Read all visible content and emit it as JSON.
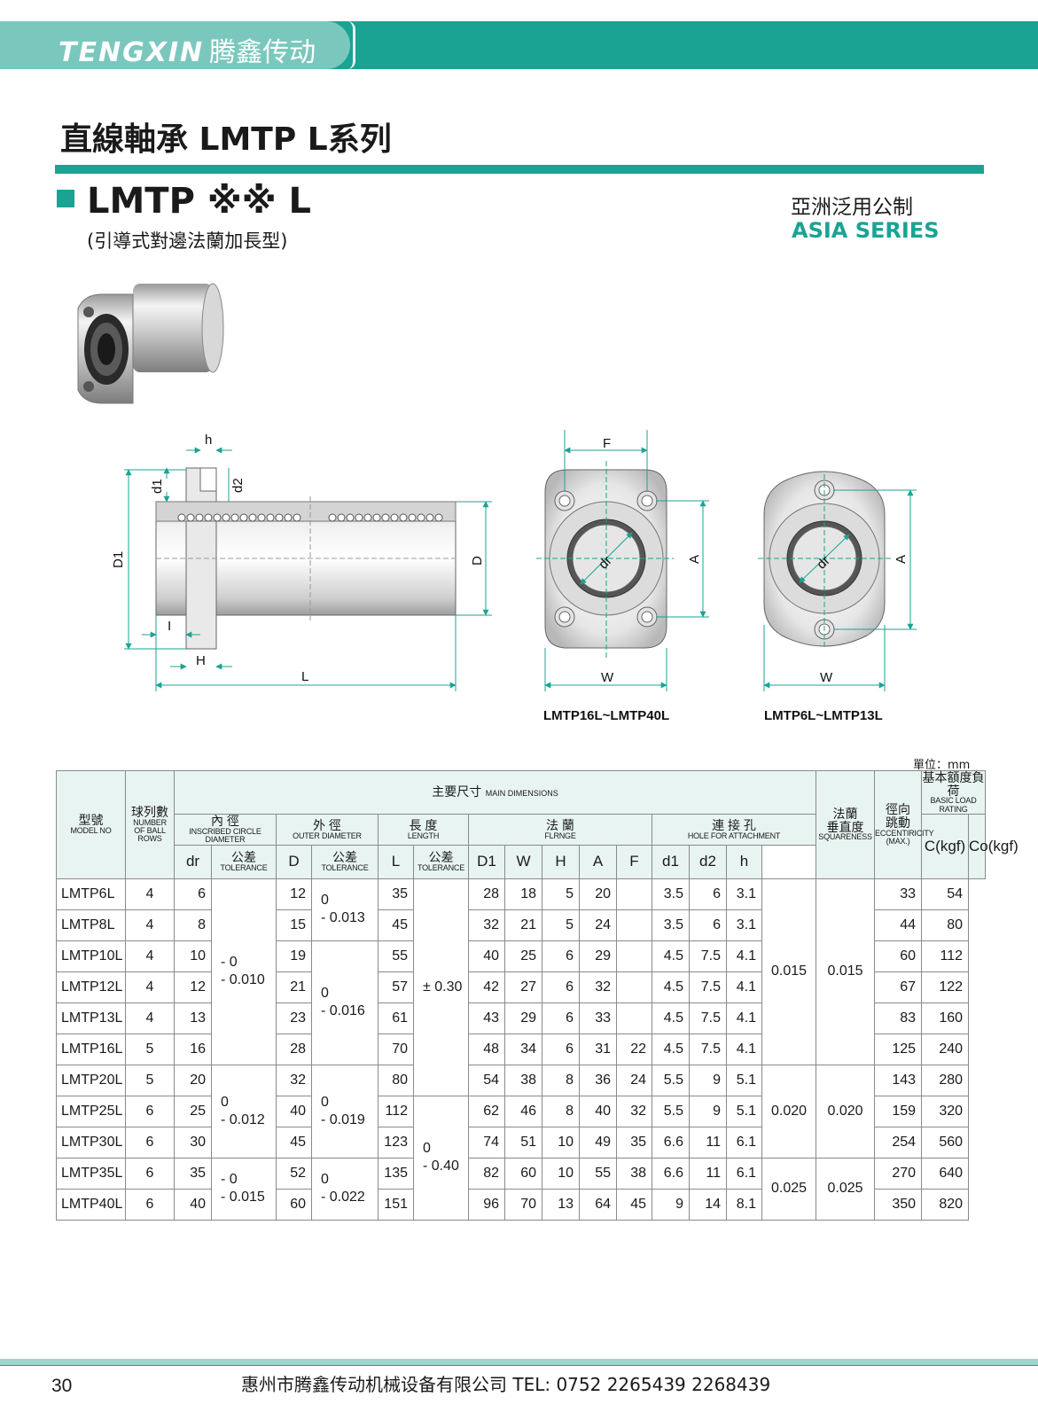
{
  "header": {
    "brand_logo": "TENGXIN",
    "brand_cn": "腾鑫传动"
  },
  "page_title": "直線軸承 LMTP  L系列",
  "model": {
    "title": "LMTP ※※ L",
    "subtitle": "(引導式對邊法蘭加長型)"
  },
  "series": {
    "cn": "亞洲泛用公制",
    "en": "ASIA SERIES"
  },
  "figure": {
    "side_labels": {
      "h": "h",
      "d1": "d1",
      "d2": "d2",
      "D1": "D1",
      "D": "D",
      "I": "I",
      "H": "H",
      "L": "L"
    },
    "front1_labels": {
      "F": "F",
      "dr": "dr",
      "A": "A",
      "W": "W"
    },
    "front1_caption": "LMTP16L~LMTP40L",
    "front2_labels": {
      "dr": "dr",
      "A": "A",
      "W": "W"
    },
    "front2_caption": "LMTP6L~LMTP13L"
  },
  "unit": "單位：mm",
  "table": {
    "h_model_cn": "型號",
    "h_model_en": "MODEL NO",
    "h_balls_cn": "球列數",
    "h_balls_en1": "NUMBER",
    "h_balls_en2": "OF BALL",
    "h_balls_en3": "ROWS",
    "h_main_cn": "主要尺寸",
    "h_main_en": "MAIN DIMENSIONS",
    "h_inner_cn": "內 徑",
    "h_inner_en": "INSCRIBED CIRCLE DIAMETER",
    "h_outer_cn": "外 徑",
    "h_outer_en": "OUTER DIAMETER",
    "h_len_cn": "長 度",
    "h_len_en": "LENGTH",
    "h_flange_cn": "法 蘭",
    "h_flange_en": "FLRNGE",
    "h_hole_cn": "連 接 孔",
    "h_hole_en": "HOLE FOR ATTACHMENT",
    "h_sq_cn1": "法蘭",
    "h_sq_cn2": "垂直度",
    "h_sq_en": "SQUARENESS",
    "h_ecc_cn1": "徑向",
    "h_ecc_cn2": "跳動",
    "h_ecc_en1": "ECCENTIRICITY",
    "h_ecc_en2": "(MAX.)",
    "h_load_cn": "基本額度負荷",
    "h_load_en": "BASIC LOAD RATING",
    "h_tol_cn": "公差",
    "h_tol_en": "TOLERANCE",
    "h_dr": "dr",
    "h_D": "D",
    "h_L": "L",
    "h_D1": "D1",
    "h_W": "W",
    "h_H": "H",
    "h_A": "A",
    "h_F": "F",
    "h_d1": "d1",
    "h_d2": "d2",
    "h_h": "h",
    "h_C": "C(kgf)",
    "h_Co": "Co(kgf)",
    "tol_inner": {
      "a1": "- 0",
      "a2": "- 0.010",
      "b1": "0",
      "b2": "- 0.012",
      "c1": "- 0",
      "c2": "- 0.015"
    },
    "tol_outer": {
      "a1": "0",
      "a2": "- 0.013",
      "b1": "0",
      "b2": "- 0.016",
      "c1": "0",
      "c2": "- 0.019",
      "d1": "0",
      "d2": "- 0.022"
    },
    "tol_len": {
      "a": "± 0.30",
      "b1": "0",
      "b2": "- 0.40"
    },
    "squareness": [
      "0.015",
      "0.020",
      "0.025"
    ],
    "eccentricity": [
      "0.015",
      "0.020",
      "0.025"
    ],
    "rows": [
      {
        "model": "LMTP6L",
        "balls": "4",
        "dr": "6",
        "D": "12",
        "L": "35",
        "D1": "28",
        "W": "18",
        "H": "5",
        "A": "20",
        "F": "",
        "d1": "3.5",
        "d2": "6",
        "h": "3.1",
        "C": "33",
        "Co": "54"
      },
      {
        "model": "LMTP8L",
        "balls": "4",
        "dr": "8",
        "D": "15",
        "L": "45",
        "D1": "32",
        "W": "21",
        "H": "5",
        "A": "24",
        "F": "",
        "d1": "3.5",
        "d2": "6",
        "h": "3.1",
        "C": "44",
        "Co": "80"
      },
      {
        "model": "LMTP10L",
        "balls": "4",
        "dr": "10",
        "D": "19",
        "L": "55",
        "D1": "40",
        "W": "25",
        "H": "6",
        "A": "29",
        "F": "",
        "d1": "4.5",
        "d2": "7.5",
        "h": "4.1",
        "C": "60",
        "Co": "112"
      },
      {
        "model": "LMTP12L",
        "balls": "4",
        "dr": "12",
        "D": "21",
        "L": "57",
        "D1": "42",
        "W": "27",
        "H": "6",
        "A": "32",
        "F": "",
        "d1": "4.5",
        "d2": "7.5",
        "h": "4.1",
        "C": "67",
        "Co": "122"
      },
      {
        "model": "LMTP13L",
        "balls": "4",
        "dr": "13",
        "D": "23",
        "L": "61",
        "D1": "43",
        "W": "29",
        "H": "6",
        "A": "33",
        "F": "",
        "d1": "4.5",
        "d2": "7.5",
        "h": "4.1",
        "C": "83",
        "Co": "160"
      },
      {
        "model": "LMTP16L",
        "balls": "5",
        "dr": "16",
        "D": "28",
        "L": "70",
        "D1": "48",
        "W": "34",
        "H": "6",
        "A": "31",
        "F": "22",
        "d1": "4.5",
        "d2": "7.5",
        "h": "4.1",
        "C": "125",
        "Co": "240"
      },
      {
        "model": "LMTP20L",
        "balls": "5",
        "dr": "20",
        "D": "32",
        "L": "80",
        "D1": "54",
        "W": "38",
        "H": "8",
        "A": "36",
        "F": "24",
        "d1": "5.5",
        "d2": "9",
        "h": "5.1",
        "C": "143",
        "Co": "280"
      },
      {
        "model": "LMTP25L",
        "balls": "6",
        "dr": "25",
        "D": "40",
        "L": "112",
        "D1": "62",
        "W": "46",
        "H": "8",
        "A": "40",
        "F": "32",
        "d1": "5.5",
        "d2": "9",
        "h": "5.1",
        "C": "159",
        "Co": "320"
      },
      {
        "model": "LMTP30L",
        "balls": "6",
        "dr": "30",
        "D": "45",
        "L": "123",
        "D1": "74",
        "W": "51",
        "H": "10",
        "A": "49",
        "F": "35",
        "d1": "6.6",
        "d2": "11",
        "h": "6.1",
        "C": "254",
        "Co": "560"
      },
      {
        "model": "LMTP35L",
        "balls": "6",
        "dr": "35",
        "D": "52",
        "L": "135",
        "D1": "82",
        "W": "60",
        "H": "10",
        "A": "55",
        "F": "38",
        "d1": "6.6",
        "d2": "11",
        "h": "6.1",
        "C": "270",
        "Co": "640"
      },
      {
        "model": "LMTP40L",
        "balls": "6",
        "dr": "40",
        "D": "60",
        "L": "151",
        "D1": "96",
        "W": "70",
        "H": "13",
        "A": "64",
        "F": "45",
        "d1": "9",
        "d2": "14",
        "h": "8.1",
        "C": "350",
        "Co": "820"
      }
    ]
  },
  "footer": {
    "page": "30",
    "company": "惠州市腾鑫传动机械设备有限公司  TEL: 0752  2265439  2268439"
  }
}
